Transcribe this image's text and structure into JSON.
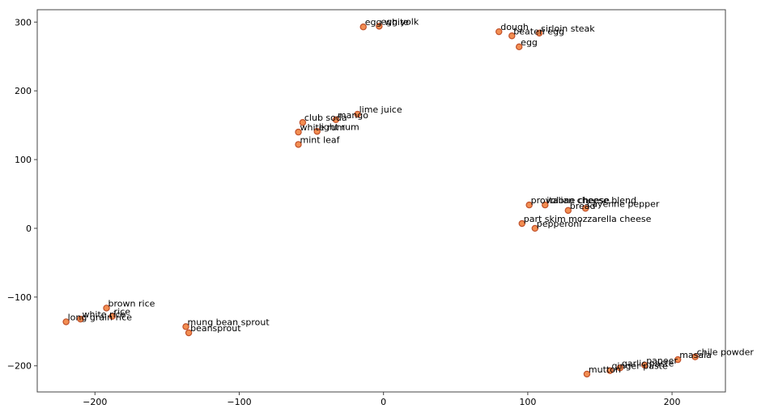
{
  "chart_data": {
    "type": "scatter",
    "title": "",
    "xlabel": "",
    "ylabel": "",
    "xlim": [
      -240,
      237
    ],
    "ylim": [
      -238,
      318
    ],
    "xticks": [
      -200,
      -100,
      0,
      100,
      200
    ],
    "yticks": [
      -200,
      -100,
      0,
      100,
      200,
      300
    ],
    "grid": false,
    "colors": {
      "marker_fill": "#f28e52",
      "marker_edge": "#c0502a",
      "axes": "#444444"
    },
    "points": [
      {
        "label": "egg white",
        "x": -14,
        "y": 293
      },
      {
        "label": "egg yolk",
        "x": -3,
        "y": 294
      },
      {
        "label": "dough",
        "x": 80,
        "y": 286
      },
      {
        "label": "beaten egg",
        "x": 89,
        "y": 280
      },
      {
        "label": "sirloin steak",
        "x": 108,
        "y": 284
      },
      {
        "label": "egg",
        "x": 94,
        "y": 264
      },
      {
        "label": "lime juice",
        "x": -18,
        "y": 166
      },
      {
        "label": "mango",
        "x": -33,
        "y": 158
      },
      {
        "label": "club soda",
        "x": -56,
        "y": 154
      },
      {
        "label": "white rum",
        "x": -59,
        "y": 140
      },
      {
        "label": "light rum",
        "x": -46,
        "y": 141
      },
      {
        "label": "mint leaf",
        "x": -59,
        "y": 122
      },
      {
        "label": "provolone cheese",
        "x": 101,
        "y": 34
      },
      {
        "label": "italian cheese blend",
        "x": 112,
        "y": 34
      },
      {
        "label": "cayenne pepper",
        "x": 140,
        "y": 29
      },
      {
        "label": "bread",
        "x": 128,
        "y": 26
      },
      {
        "label": "part skim mozzarella cheese",
        "x": 96,
        "y": 7
      },
      {
        "label": "pepperoni",
        "x": 105,
        "y": 0
      },
      {
        "label": "brown rice",
        "x": -192,
        "y": -116
      },
      {
        "label": "white rice",
        "x": -210,
        "y": -132
      },
      {
        "label": "rice",
        "x": -188,
        "y": -128
      },
      {
        "label": "long grain rice",
        "x": -220,
        "y": -136
      },
      {
        "label": "mung bean sprout",
        "x": -137,
        "y": -143
      },
      {
        "label": "beansprout",
        "x": -135,
        "y": -152
      },
      {
        "label": "chile powder",
        "x": 216,
        "y": -187
      },
      {
        "label": "masala",
        "x": 204,
        "y": -191
      },
      {
        "label": "paneer",
        "x": 181,
        "y": -199
      },
      {
        "label": "garlic paste",
        "x": 164,
        "y": -203
      },
      {
        "label": "ginger paste",
        "x": 157,
        "y": -207
      },
      {
        "label": "mutton",
        "x": 141,
        "y": -212
      }
    ]
  }
}
